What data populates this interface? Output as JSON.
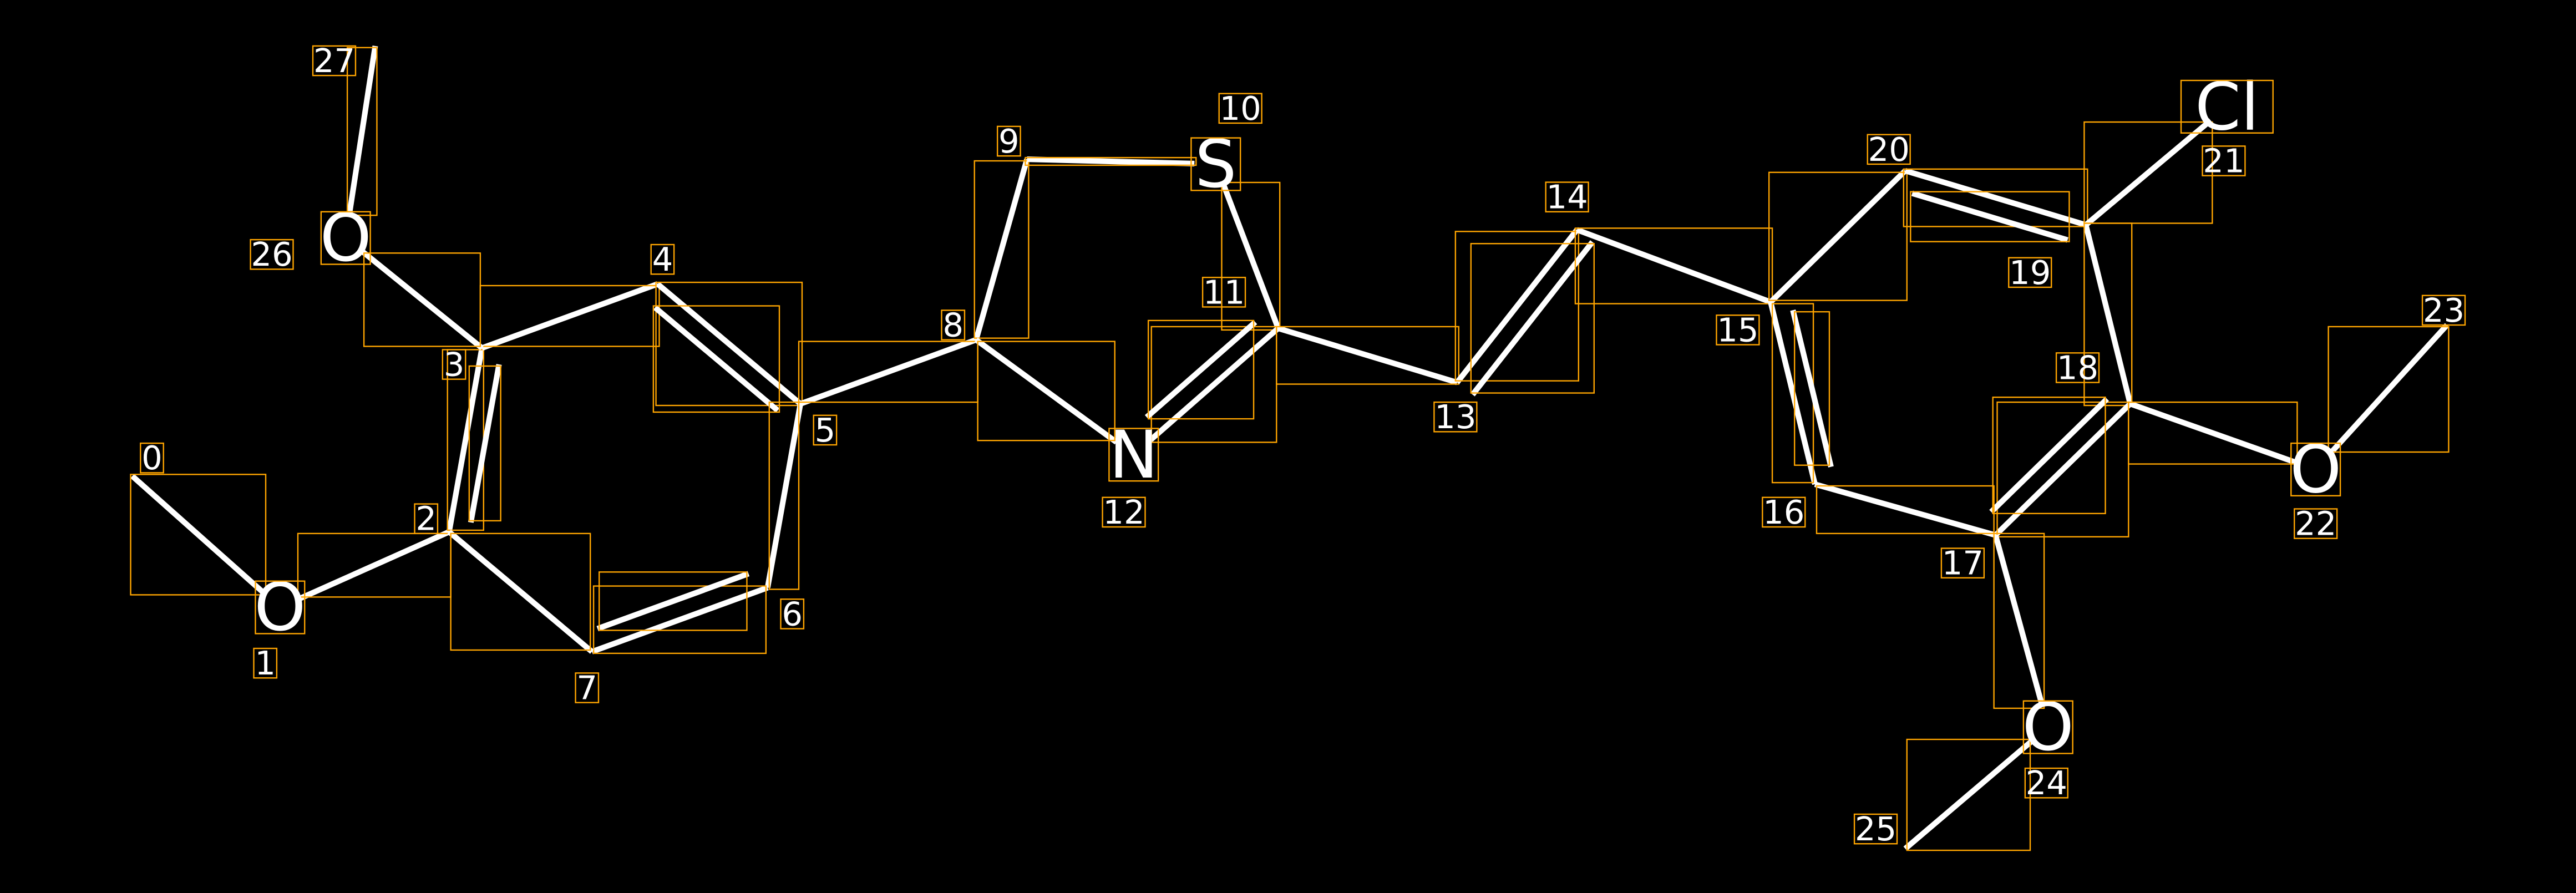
{
  "colors": {
    "background": "#000000",
    "bond": "#FFFFFF",
    "box": "#FFA500"
  },
  "atoms": [
    {
      "i": "0",
      "el": ""
    },
    {
      "i": "1",
      "el": "O"
    },
    {
      "i": "2",
      "el": ""
    },
    {
      "i": "3",
      "el": ""
    },
    {
      "i": "4",
      "el": ""
    },
    {
      "i": "5",
      "el": ""
    },
    {
      "i": "6",
      "el": ""
    },
    {
      "i": "7",
      "el": ""
    },
    {
      "i": "8",
      "el": ""
    },
    {
      "i": "9",
      "el": ""
    },
    {
      "i": "10",
      "el": "S"
    },
    {
      "i": "11",
      "el": ""
    },
    {
      "i": "12",
      "el": "N"
    },
    {
      "i": "13",
      "el": ""
    },
    {
      "i": "14",
      "el": ""
    },
    {
      "i": "15",
      "el": ""
    },
    {
      "i": "16",
      "el": ""
    },
    {
      "i": "17",
      "el": ""
    },
    {
      "i": "18",
      "el": ""
    },
    {
      "i": "19",
      "el": ""
    },
    {
      "i": "20",
      "el": ""
    },
    {
      "i": "21",
      "el": "Cl"
    },
    {
      "i": "22",
      "el": "O"
    },
    {
      "i": "23",
      "el": ""
    },
    {
      "i": "24",
      "el": "O"
    },
    {
      "i": "25",
      "el": ""
    },
    {
      "i": "26",
      "el": "O"
    },
    {
      "i": "27",
      "el": ""
    }
  ],
  "bonds": [
    [
      0,
      1,
      1
    ],
    [
      1,
      2,
      1
    ],
    [
      2,
      3,
      2
    ],
    [
      3,
      4,
      1
    ],
    [
      4,
      5,
      2
    ],
    [
      5,
      6,
      1
    ],
    [
      6,
      7,
      2
    ],
    [
      7,
      2,
      1
    ],
    [
      3,
      26,
      1
    ],
    [
      26,
      27,
      1
    ],
    [
      5,
      8,
      1
    ],
    [
      8,
      9,
      1
    ],
    [
      9,
      10,
      1
    ],
    [
      10,
      11,
      1
    ],
    [
      11,
      12,
      2
    ],
    [
      12,
      8,
      1
    ],
    [
      11,
      13,
      1
    ],
    [
      13,
      14,
      2
    ],
    [
      14,
      15,
      1
    ],
    [
      15,
      20,
      1
    ],
    [
      20,
      19,
      2
    ],
    [
      19,
      21,
      1
    ],
    [
      19,
      18,
      1
    ],
    [
      18,
      17,
      2
    ],
    [
      17,
      16,
      1
    ],
    [
      16,
      15,
      2
    ],
    [
      18,
      22,
      1
    ],
    [
      22,
      23,
      1
    ],
    [
      17,
      24,
      1
    ],
    [
      24,
      25,
      1
    ]
  ]
}
